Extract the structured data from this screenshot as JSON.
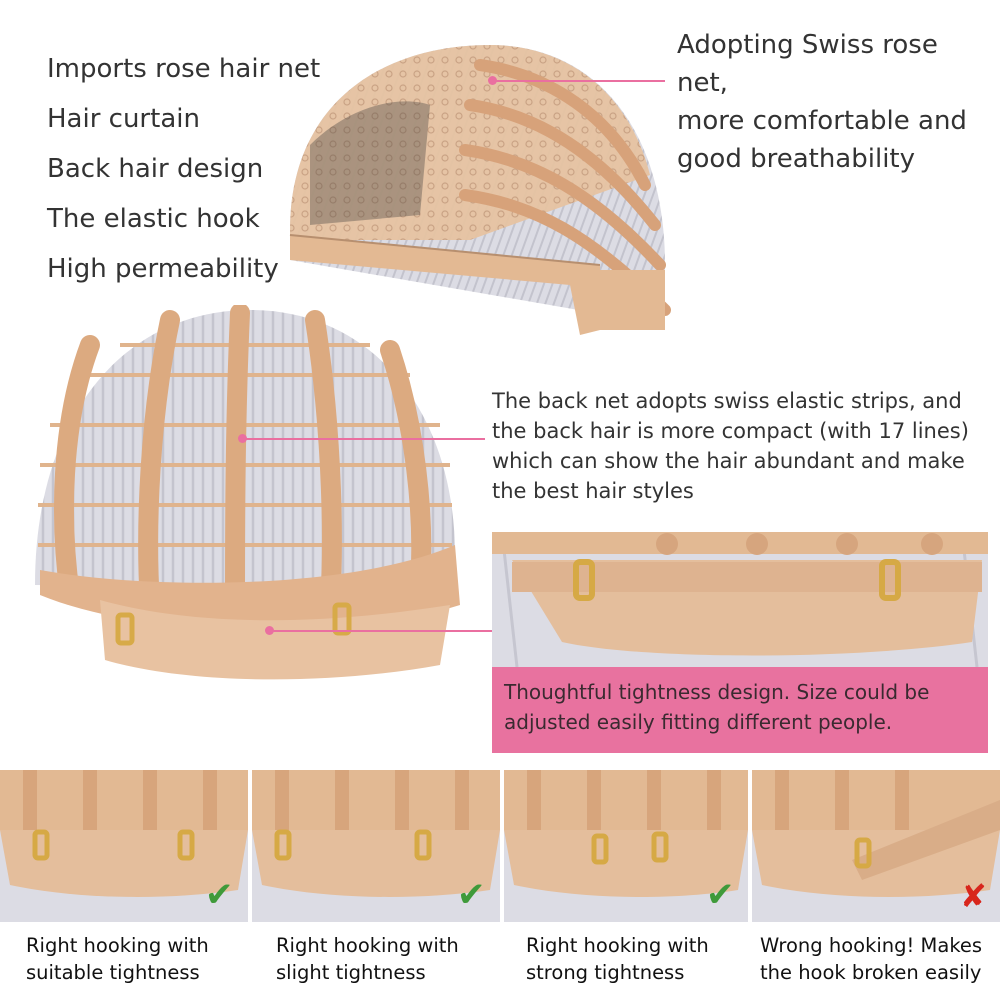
{
  "features": [
    "Imports rose hair net",
    "Hair curtain",
    "Back hair design",
    "The elastic hook",
    "High permeability"
  ],
  "callout_top": {
    "lines": [
      "Adopting Swiss rose net,",
      "more comfortable and",
      "good breathability"
    ]
  },
  "callout_back": {
    "lines": [
      "The back net adopts swiss elastic strips, and",
      "the back hair is more compact (with 17 lines)",
      "which can show the hair abundant and make",
      "the best hair styles"
    ]
  },
  "callout_tightness": {
    "lines": [
      "Thoughtful tightness design. Size could be",
      "adjusted easily fitting different people."
    ]
  },
  "panels": [
    {
      "line1": "Right hooking with",
      "line2": "suitable tightness",
      "mark": "check-icon"
    },
    {
      "line1": "Right hooking with",
      "line2": "slight tightness",
      "mark": "check-icon"
    },
    {
      "line1": "Right hooking with",
      "line2": "strong tightness",
      "mark": "check-icon"
    },
    {
      "line1": "Wrong hooking! Makes",
      "line2": "the hook broken easily",
      "mark": "cross-icon"
    }
  ],
  "colors": {
    "accent_pink": "#e8729f",
    "lace_beige": "#e3b993",
    "check_green": "#3f9a3a",
    "cross_red": "#d8261c",
    "hair_silver": "#dcdce4"
  }
}
